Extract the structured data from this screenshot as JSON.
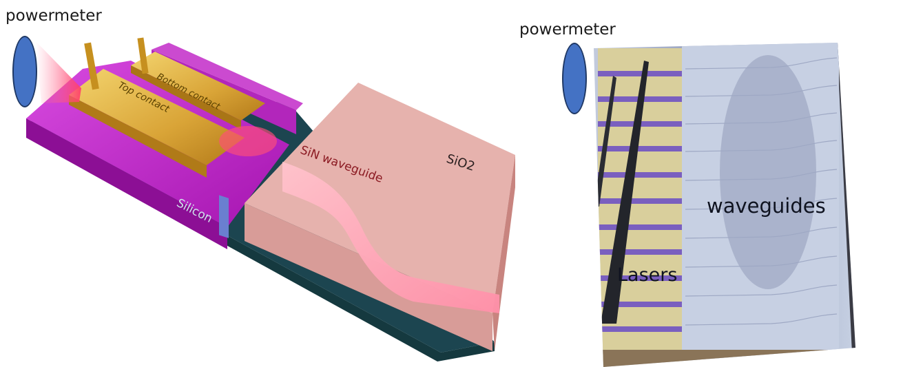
{
  "left_panel": {
    "powermeter_label": "powermeter",
    "silicon": "Silicon",
    "top_contact": "Top contact",
    "bottom_contact": "Bottom contact",
    "sin_waveguide": "SiN waveguide",
    "sio2": "SiO2"
  },
  "right_panel": {
    "powermeter_label": "powermeter",
    "waveguides": "waveguides",
    "lasers": "Lasers"
  },
  "colors": {
    "powermeter_fill": "#4472c4",
    "powermeter_stroke": "#1f3864",
    "substrate": "#123a44",
    "gain_material": "#c21fc7",
    "contacts": "#d9a437",
    "cladding": "#e8b5b1",
    "light": "#ff5a78"
  }
}
